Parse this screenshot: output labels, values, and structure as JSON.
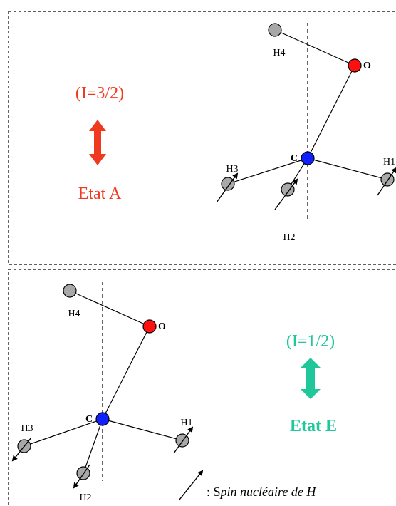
{
  "colors": {
    "state_a": "#f03a20",
    "state_e": "#1fc79a",
    "carbon": "#1020ff",
    "oxygen": "#ff1010",
    "hydrogen": "#a8a8a8",
    "line": "#000000"
  },
  "panel_a": {
    "spin_value": "(I=3/2)",
    "state_label": "Etat A",
    "atoms": {
      "h4": "H4",
      "o": "O",
      "c": "C",
      "h3": "H3",
      "h1": "H1",
      "h2": "H2"
    }
  },
  "panel_e": {
    "spin_value": "(I=1/2)",
    "state_label": "Etat E",
    "atoms": {
      "h4": "H4",
      "o": "O",
      "c": "C",
      "h3": "H3",
      "h1": "H1",
      "h2": "H2"
    }
  },
  "legend": {
    "text_prefix": ": S",
    "text_italic": "pin nucléaire de  H"
  }
}
